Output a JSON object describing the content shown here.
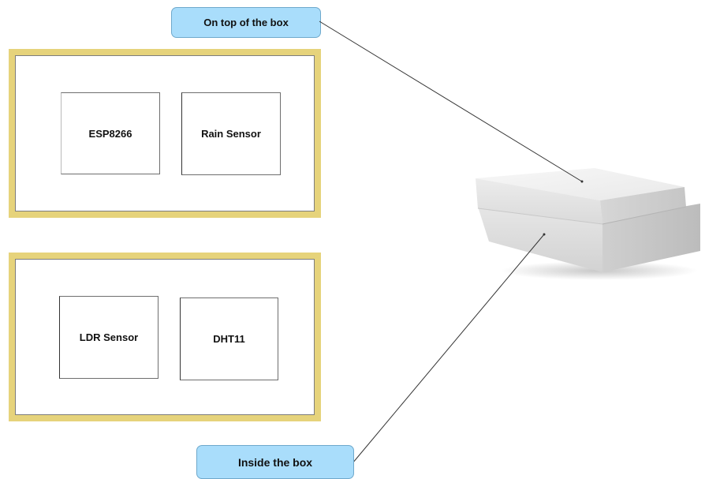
{
  "callouts": {
    "top": "On top of the box",
    "inside": "Inside the box"
  },
  "panels": {
    "top": {
      "components": [
        "ESP8266",
        "Rain Sensor"
      ]
    },
    "bottom": {
      "components": [
        "LDR Sensor",
        "DHT11"
      ]
    }
  },
  "colors": {
    "callout_fill": "#a9ddfb",
    "panel_frame": "#e6d37b",
    "connector_line": "#333333"
  }
}
